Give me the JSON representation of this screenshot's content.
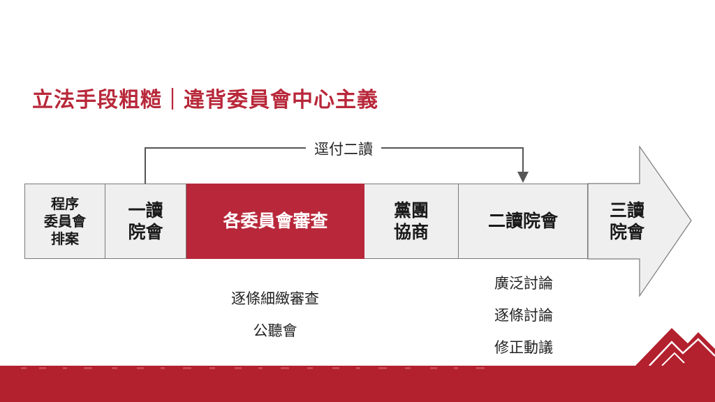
{
  "title": "立法手段粗糙｜違背委員會中心主義",
  "connector_label": "逕付二讀",
  "steps": [
    {
      "label": "程序\n委員會\n排案"
    },
    {
      "label": "一讀\n院會"
    },
    {
      "label": "各委員會審查"
    },
    {
      "label": "黨團\n協商"
    },
    {
      "label": "二讀院會"
    },
    {
      "label": "三讀\n院會"
    }
  ],
  "committee_notes": [
    "逐條細緻審查",
    "公聽會"
  ],
  "second_reading_notes": [
    "廣泛討論",
    "逐條討論",
    "修正動議"
  ],
  "colors": {
    "accent": "#b8283a",
    "box_fill": "#efefef",
    "box_border": "#7a7a7a",
    "connector": "#555555",
    "footer": "#b3202e"
  }
}
